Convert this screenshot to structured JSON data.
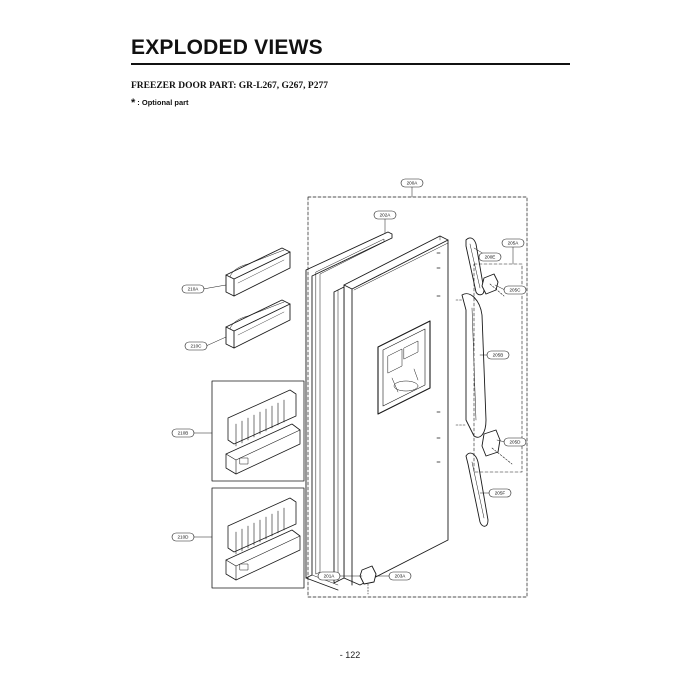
{
  "header": {
    "title": "EXPLODED VIEWS",
    "subtitle": "FREEZER DOOR PART: GR-L267, G267, P277",
    "note_symbol": "*",
    "note_text": ": Optional part"
  },
  "callouts": {
    "c200A": "200A",
    "c202A": "202A",
    "c200E": "200E",
    "c205A": "205A",
    "c205C": "205C",
    "c210A": "210A",
    "c210C": "210C",
    "c205B": "205B",
    "c210B": "210B",
    "c205D": "205D",
    "c205F": "205F",
    "c210D": "210D",
    "c201A": "201A",
    "c203A": "203A"
  },
  "footer": {
    "page_number": "- 122"
  },
  "colors": {
    "line": "#1a1a1a",
    "paper": "#ffffff"
  }
}
